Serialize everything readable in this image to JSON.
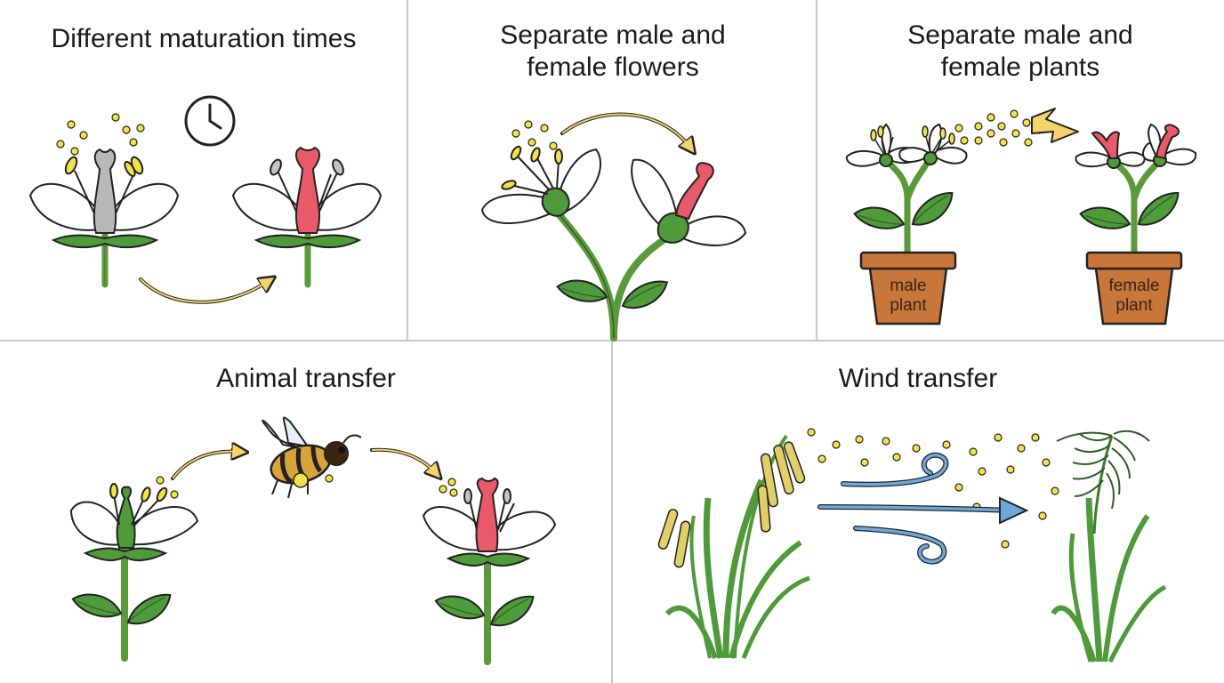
{
  "panels": {
    "maturation": {
      "title": "Different maturation times"
    },
    "separate_flowers": {
      "title_line1": "Separate male and",
      "title_line2": "female flowers"
    },
    "separate_plants": {
      "title_line1": "Separate male and",
      "title_line2": "female plants",
      "male_pot_line1": "male",
      "male_pot_line2": "plant",
      "female_pot_line1": "female",
      "female_pot_line2": "plant"
    },
    "animal": {
      "title": "Animal transfer"
    },
    "wind": {
      "title": "Wind transfer"
    }
  },
  "colors": {
    "divider": "#c9c9c9",
    "stem": "#5a9a3a",
    "leaf": "#4f9a3a",
    "petal": "#ffffff",
    "pollen": "#f2e24a",
    "stigma_receptive": "#e85a6a",
    "immature_pistil": "#b8b8b8",
    "arrow": "#f3d36a",
    "wind": "#6fa8dc",
    "pot": "#c8763a"
  }
}
